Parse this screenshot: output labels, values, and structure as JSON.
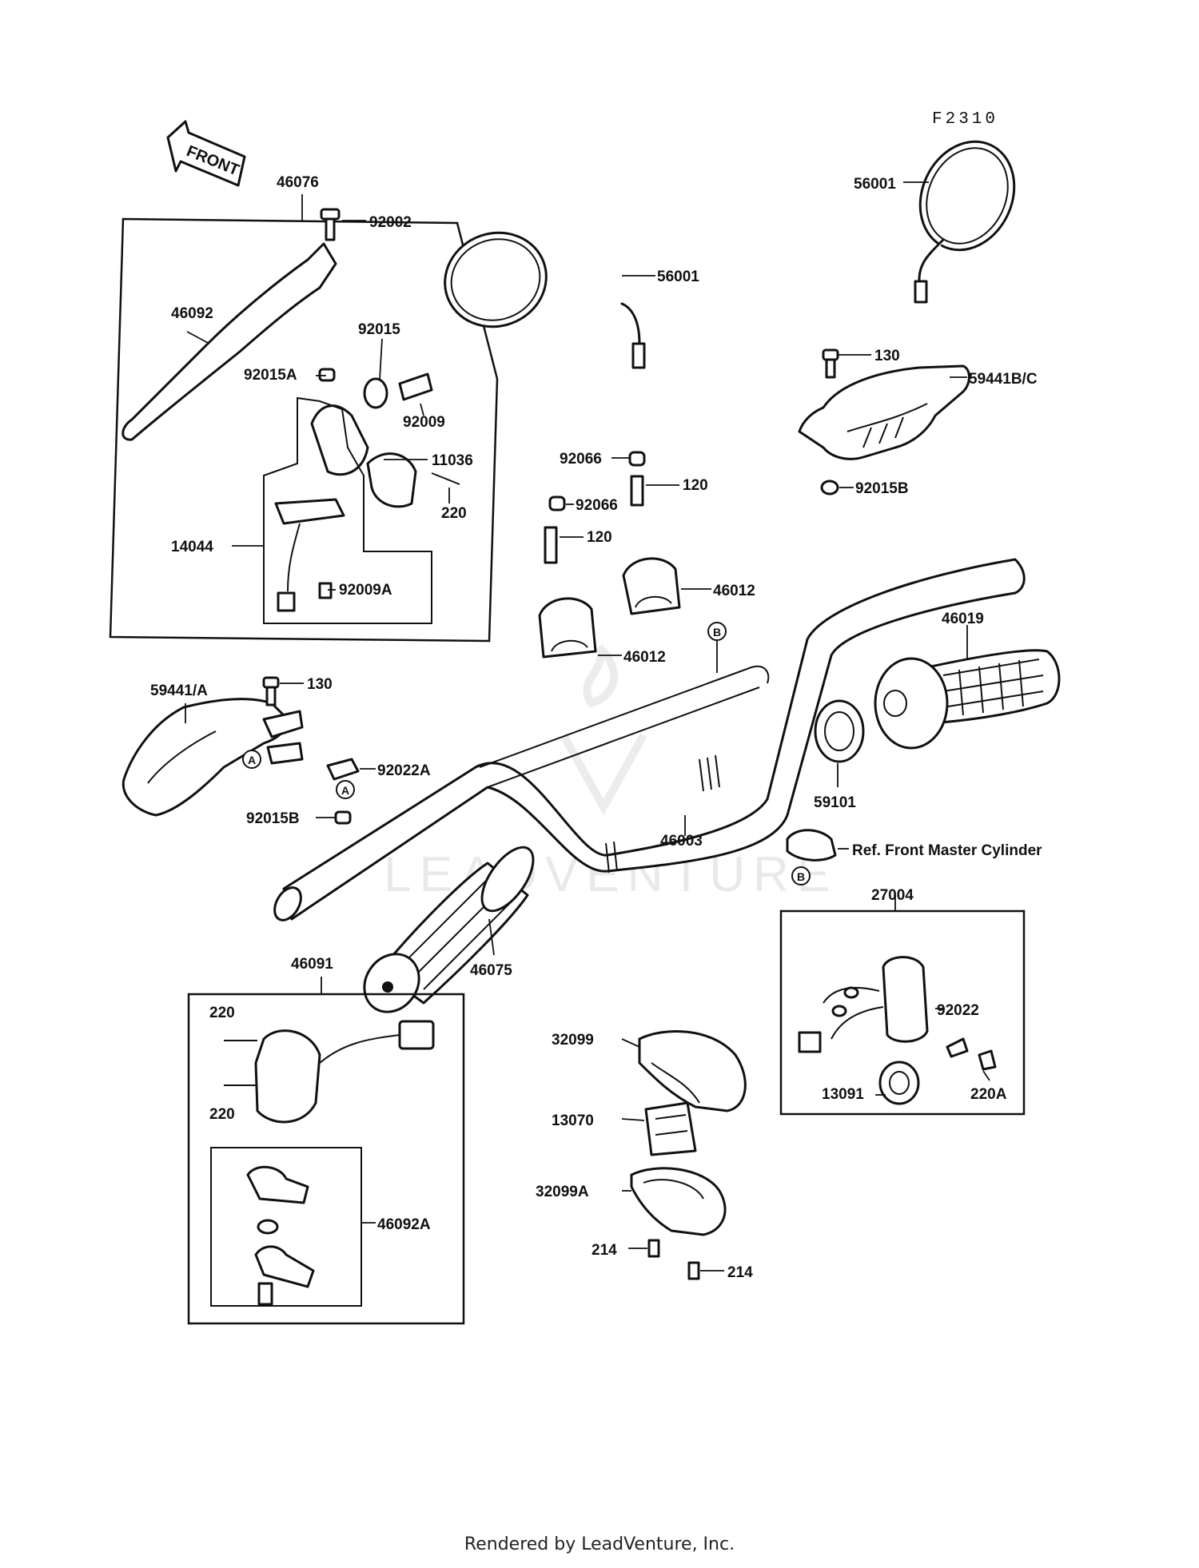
{
  "figure_code": "F2310",
  "front_arrow_label": "FRONT",
  "watermark": "LEADVENTURE",
  "footer": "Rendered by LeadVenture, Inc.",
  "reference_note": "Ref. Front Master Cylinder",
  "callouts": {
    "a1": "A",
    "a2": "A",
    "b1": "B",
    "b2": "B"
  },
  "parts": {
    "p46076": "46076",
    "p92002": "92002",
    "p46092": "46092",
    "p92015": "92015",
    "p92015A": "92015A",
    "p92009": "92009",
    "p11036": "11036",
    "p220a": "220",
    "p14044": "14044",
    "p92009A": "92009A",
    "p56001a": "56001",
    "p56001b": "56001",
    "p130a": "130",
    "p59441BC": "59441B/C",
    "p92015Ba": "92015B",
    "p92066a": "92066",
    "p120a": "120",
    "p92066b": "92066",
    "p120b": "120",
    "p46012a": "46012",
    "p46012b": "46012",
    "p46019": "46019",
    "p59441A": "59441/A",
    "p130b": "130",
    "p92022A": "92022A",
    "p92015Bb": "92015B",
    "p59101": "59101",
    "p46003": "46003",
    "p27004": "27004",
    "p46091": "46091",
    "p46075": "46075",
    "p220b": "220",
    "p220c": "220",
    "p46092A": "46092A",
    "p32099": "32099",
    "p13070": "13070",
    "p32099A": "32099A",
    "p214a": "214",
    "p214b": "214",
    "p92022": "92022",
    "p13091": "13091",
    "p220A": "220A"
  }
}
